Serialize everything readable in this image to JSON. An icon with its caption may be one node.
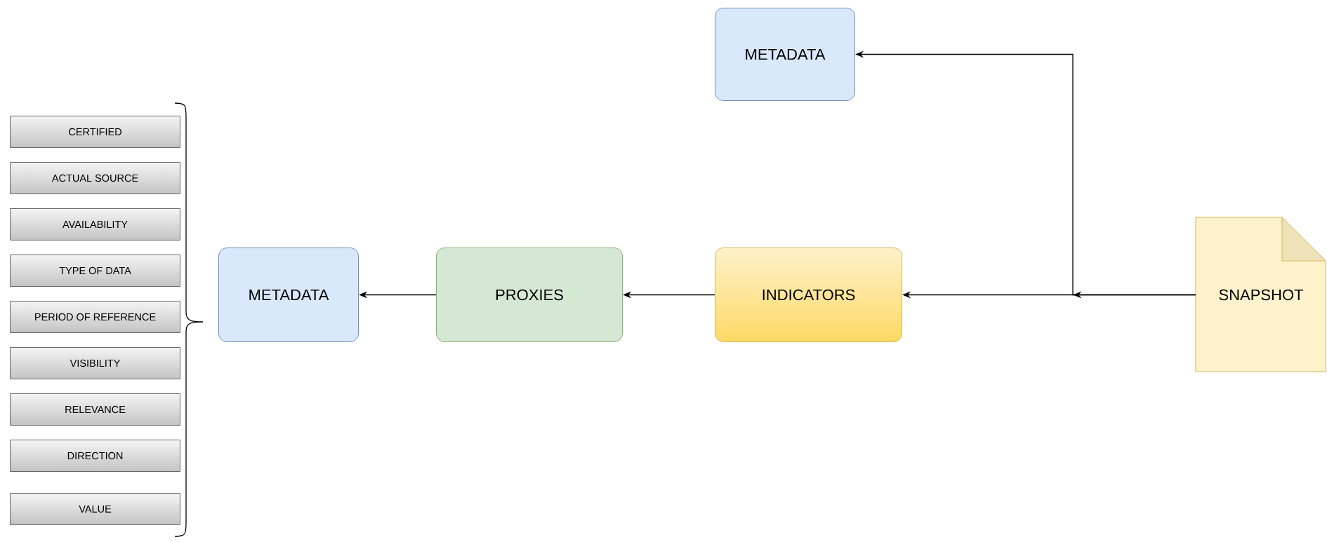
{
  "diagram": {
    "nodes": [
      {
        "text": [
          "METADATA"
        ]
      },
      {
        "text": [
          "CERTIFIED"
        ]
      },
      {
        "text": [
          "ACTUAL SOURCE"
        ]
      },
      {
        "text": [
          "AVAILABILITY"
        ]
      },
      {
        "text": [
          "TYPE OF DATA"
        ]
      },
      {
        "text": [
          "PERIOD OF REFERENCE"
        ]
      },
      {
        "text": [
          "VISIBILITY"
        ]
      },
      {
        "text": [
          "RELEVANCE"
        ]
      },
      {
        "text": [
          "DIRECTION"
        ]
      },
      {
        "text": [
          "VALUE"
        ]
      },
      {
        "text": [
          "METADATA"
        ]
      },
      {
        "text": [
          "PROXIES"
        ]
      },
      {
        "text": [
          "INDICATORS"
        ]
      },
      {
        "text": [
          "SNAPSHOT"
        ]
      }
    ],
    "edges": [
      {
        "from": 13,
        "to": 12,
        "arrow": "to"
      },
      {
        "from": 13,
        "to": 0,
        "arrow": "to"
      },
      {
        "from": 12,
        "to": 11,
        "arrow": "to"
      },
      {
        "from": 11,
        "to": 10,
        "arrow": "to"
      }
    ]
  }
}
